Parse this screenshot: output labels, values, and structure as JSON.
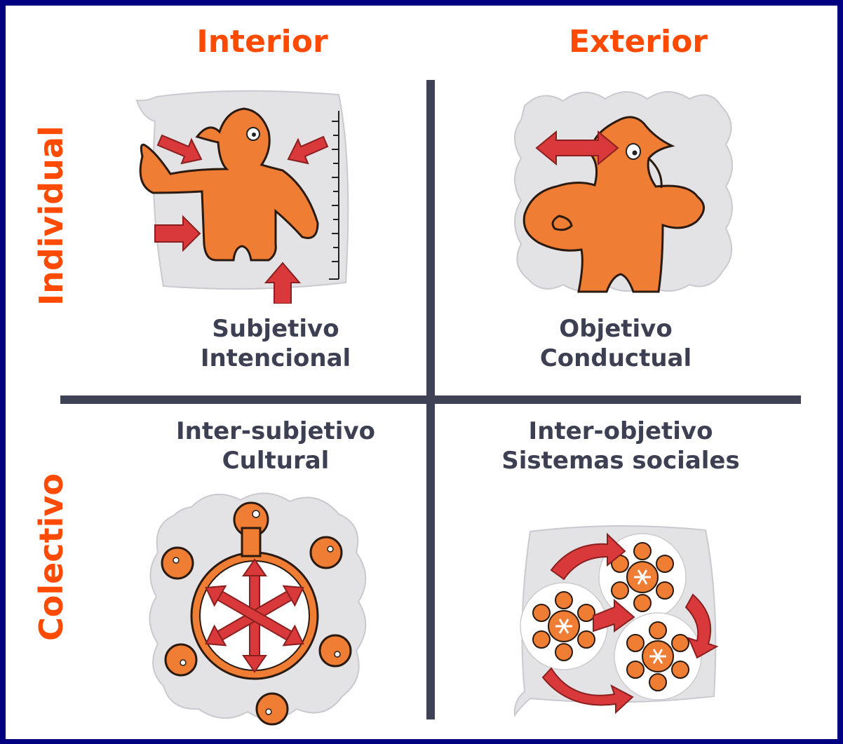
{
  "colors": {
    "accent": "#ff4a00",
    "text": "#3d3f52",
    "divider": "#3f4155",
    "frame": "#000080",
    "figure": "#ee7a30",
    "arrow": "#d9393a"
  },
  "headers": {
    "interior": "Interior",
    "exterior": "Exterior"
  },
  "rows": {
    "individual": "Individual",
    "colectivo": "Colectivo"
  },
  "quadrants": {
    "top_left": {
      "line1": "Subjetivo",
      "line2": "Intencional",
      "icon": "individual-interior-illustration"
    },
    "top_right": {
      "line1": "Objetivo",
      "line2": "Conductual",
      "icon": "individual-exterior-illustration"
    },
    "bottom_left": {
      "line1": "Inter-subjetivo",
      "line2": "Cultural",
      "icon": "collective-interior-illustration"
    },
    "bottom_right": {
      "line1": "Inter-objetivo",
      "line2": "Sistemas sociales",
      "icon": "collective-exterior-illustration"
    }
  }
}
